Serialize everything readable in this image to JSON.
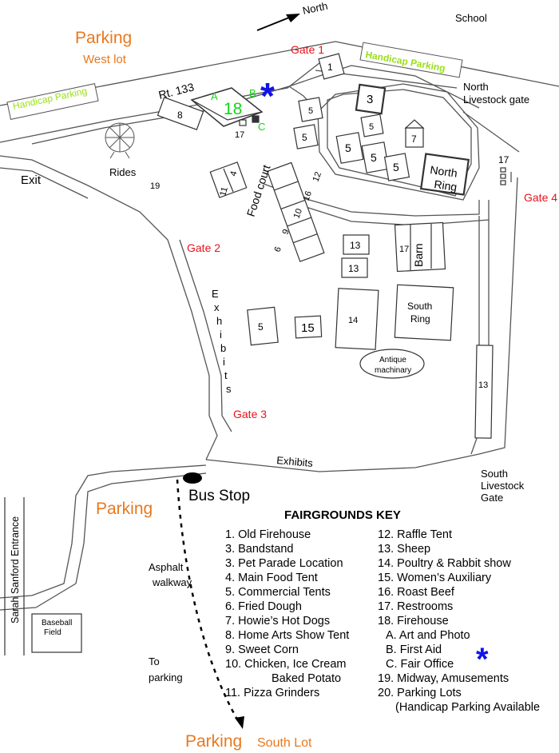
{
  "north": "North",
  "school": "School",
  "parking_top": "Parking",
  "west_lot": "West lot",
  "handicap_parking": "Handicap Parking",
  "rt133": "Rt. 133",
  "gate1": "Gate 1",
  "gate2": "Gate 2",
  "gate3": "Gate 3",
  "gate4": "Gate 4",
  "exit": "Exit",
  "rides": "Rides",
  "food_court": "Food court",
  "exhibits": "Exhibits",
  "north_livestock_gate": [
    "North",
    "Livestock gate"
  ],
  "south_livestock_gate": [
    "South",
    "Livestock",
    "Gate"
  ],
  "north_ring": [
    "North",
    "Ring"
  ],
  "south_ring": [
    "South",
    "Ring"
  ],
  "barn": "Barn",
  "antique": [
    "Antique",
    "machinary"
  ],
  "bus_stop": "Bus Stop",
  "parking_mid": "Parking",
  "sarah_sanford": "Sarah Sanford Entrance",
  "baseball_field": [
    "Baseball",
    "Field"
  ],
  "asphalt": [
    "Asphalt",
    "walkway"
  ],
  "to_parking": [
    "To",
    "parking"
  ],
  "parking_bottom": "Parking",
  "south_lot": "South Lot",
  "letter_a": "A",
  "letter_b": "B",
  "letter_c": "C",
  "firehouse_num": "18",
  "numbers": {
    "n1": "1",
    "n3": "3",
    "n8": "8",
    "n17a": "17",
    "n17b": "17",
    "n17c": "17",
    "n19": "19",
    "n11": "11",
    "n4": "4",
    "n6": "6",
    "n9": "9",
    "n10": "10",
    "n16": "16",
    "n12": "12",
    "n13a": "13",
    "n13b": "13",
    "n13c": "13",
    "n14": "14",
    "n15": "15",
    "n7": "7"
  },
  "n5": "5",
  "key": {
    "title": "FAIRGROUNDS KEY",
    "col1": [
      "1. Old Firehouse",
      "3. Bandstand",
      "3. Pet Parade Location",
      "4. Main Food Tent",
      "5. Commercial Tents",
      "6. Fried Dough",
      "7. Howie’s Hot Dogs",
      "8. Home Arts Show Tent",
      "9. Sweet Corn",
      "10. Chicken, Ice Cream",
      "Baked Potato",
      "11. Pizza Grinders"
    ],
    "col2": [
      "12. Raffle Tent",
      "13. Sheep",
      "14. Poultry & Rabbit show",
      "15. Women’s Auxiliary",
      "16. Roast Beef",
      "17. Restrooms",
      "18. Firehouse",
      "A. Art and Photo",
      "B. First Aid",
      "C. Fair Office",
      "19. Midway, Amusements",
      "20. Parking Lots",
      "(Handicap Parking Available"
    ]
  },
  "colors": {
    "orange": "#e8791e",
    "red": "#e8131b",
    "green": "#17d417",
    "lime": "#9be01a",
    "blue": "#1212e8"
  }
}
